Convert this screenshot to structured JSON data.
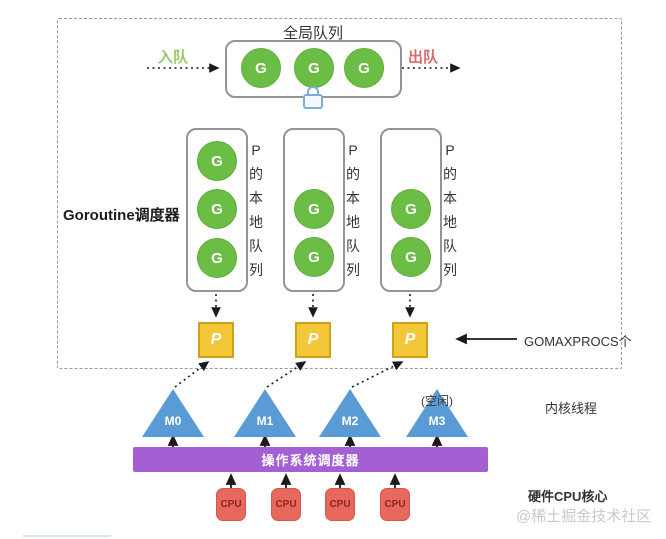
{
  "diagram": {
    "scheduler_label": "Goroutine调度器",
    "global_queue": {
      "label": "全局队列",
      "enqueue": "入队",
      "dequeue": "出队",
      "items": [
        "G",
        "G",
        "G"
      ]
    },
    "local_queues": [
      {
        "caption": "P的本地队列",
        "items": [
          "G",
          "G",
          "G"
        ]
      },
      {
        "caption": "P的本地队列",
        "items": [
          "G",
          "G"
        ]
      },
      {
        "caption": "P的本地队列",
        "items": [
          "G",
          "G"
        ]
      }
    ],
    "processors": {
      "labels": [
        "P",
        "P",
        "P"
      ],
      "annotation": "GOMAXPROCS个"
    },
    "kernel_threads": {
      "label": "内核线程",
      "items": [
        "M0",
        "M1",
        "M2",
        "M3"
      ],
      "idle_label": "(空闲)"
    },
    "os_scheduler_label": "操作系统调度器",
    "hardware": {
      "label": "硬件CPU核心",
      "items": [
        "CPU",
        "CPU",
        "CPU",
        "CPU"
      ]
    },
    "watermark": "@稀土掘金技术社区",
    "colors": {
      "goroutine_green": "#6cbd45",
      "processor_yellow": "#f2c838",
      "thread_blue": "#5b9bd5",
      "os_purple": "#a55fd5",
      "cpu_red": "#e7695e",
      "enqueue_green": "#95c96a",
      "dequeue_red": "#d96b6b"
    }
  }
}
